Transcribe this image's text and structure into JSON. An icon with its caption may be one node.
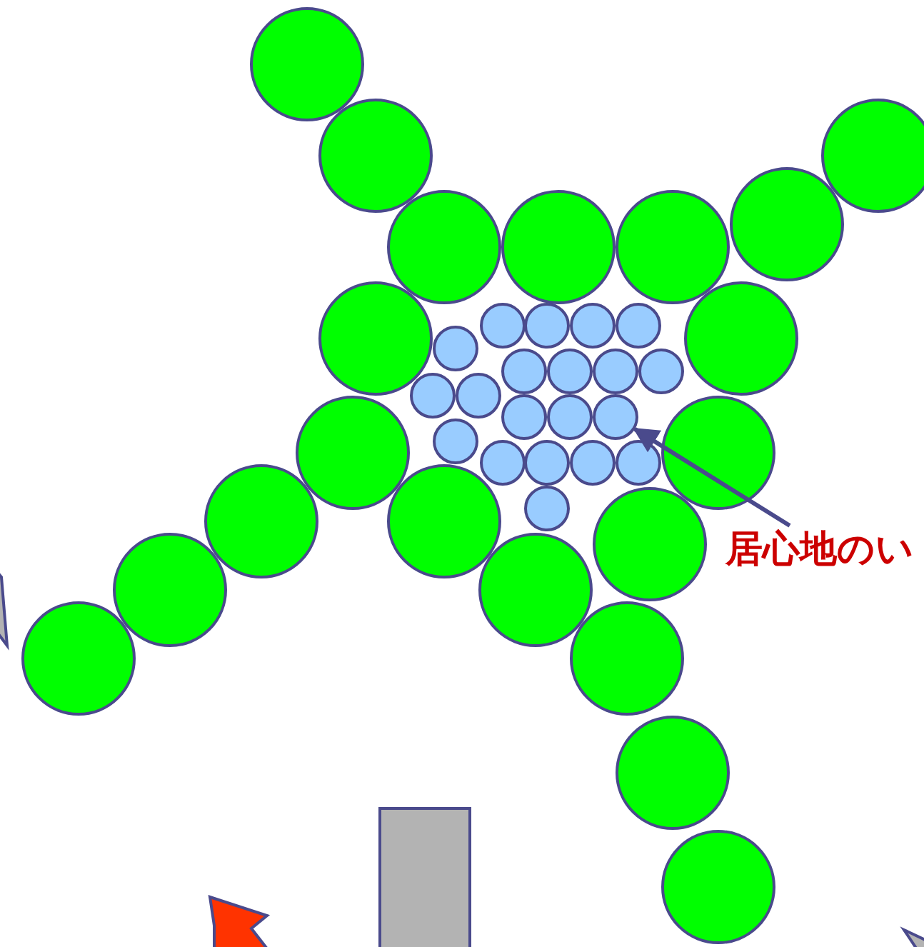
{
  "diagram": {
    "nodes": [
      {
        "text": [
          "居心地のい"
        ]
      },
      {
        "text": [],
        "shape": "circle"
      },
      {
        "text": [],
        "shape": "box"
      }
    ],
    "edges": [
      {
        "from": 0,
        "to": 1,
        "arrow": "to"
      }
    ]
  }
}
